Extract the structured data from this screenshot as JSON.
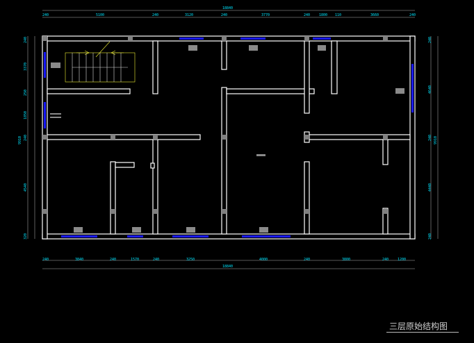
{
  "drawing": {
    "title": "三层原始结构图",
    "top_total": "18840",
    "bottom_total": "18840",
    "top_dims": [
      "240",
      "5100",
      "240",
      "3120",
      "240",
      "3770",
      "240",
      "1800",
      "110",
      "3660",
      "240"
    ],
    "bottom_dims": [
      "240",
      "3840",
      "240",
      "1570",
      "240",
      "3250",
      "4000",
      "240",
      "3800",
      "240",
      "1200"
    ],
    "left_dims": [
      "240",
      "3370",
      "250",
      "1850",
      "240",
      "4540",
      "320"
    ],
    "left_total": "9910",
    "right_dims": [
      "240",
      "4640",
      "240",
      "4440",
      "240"
    ],
    "right_total": "9910"
  },
  "colors": {
    "dimension": "#00e5ff",
    "window": "#1a1aff",
    "wall": "#ffffff",
    "background": "#000000"
  }
}
